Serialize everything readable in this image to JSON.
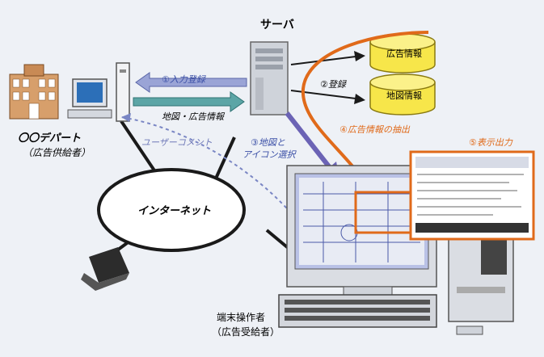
{
  "diagram": {
    "server_label": "サーバ",
    "store_label_ad": "広告情報",
    "store_label_map": "地図情報",
    "dept_store_label": "〇〇デパート",
    "dept_store_sub": "（広告供給者）",
    "internet_label": "インターネット",
    "step1": "①入力登録",
    "step2": "②登録",
    "step3_a": "③地図と",
    "step3_b": "アイコン選択",
    "step4": "④広告情報の抽出",
    "step5": "⑤表示出力",
    "arrow_map_ad": "地図・広告情報",
    "user_comment": "ユーザーコメント",
    "operator_label": "端末操作者",
    "operator_sub": "（広告受給者）",
    "colors": {
      "orange": "#e06a1a",
      "purple": "#6b63b5",
      "cylinder": "#f7e64a",
      "background": "#eef1f6"
    }
  }
}
